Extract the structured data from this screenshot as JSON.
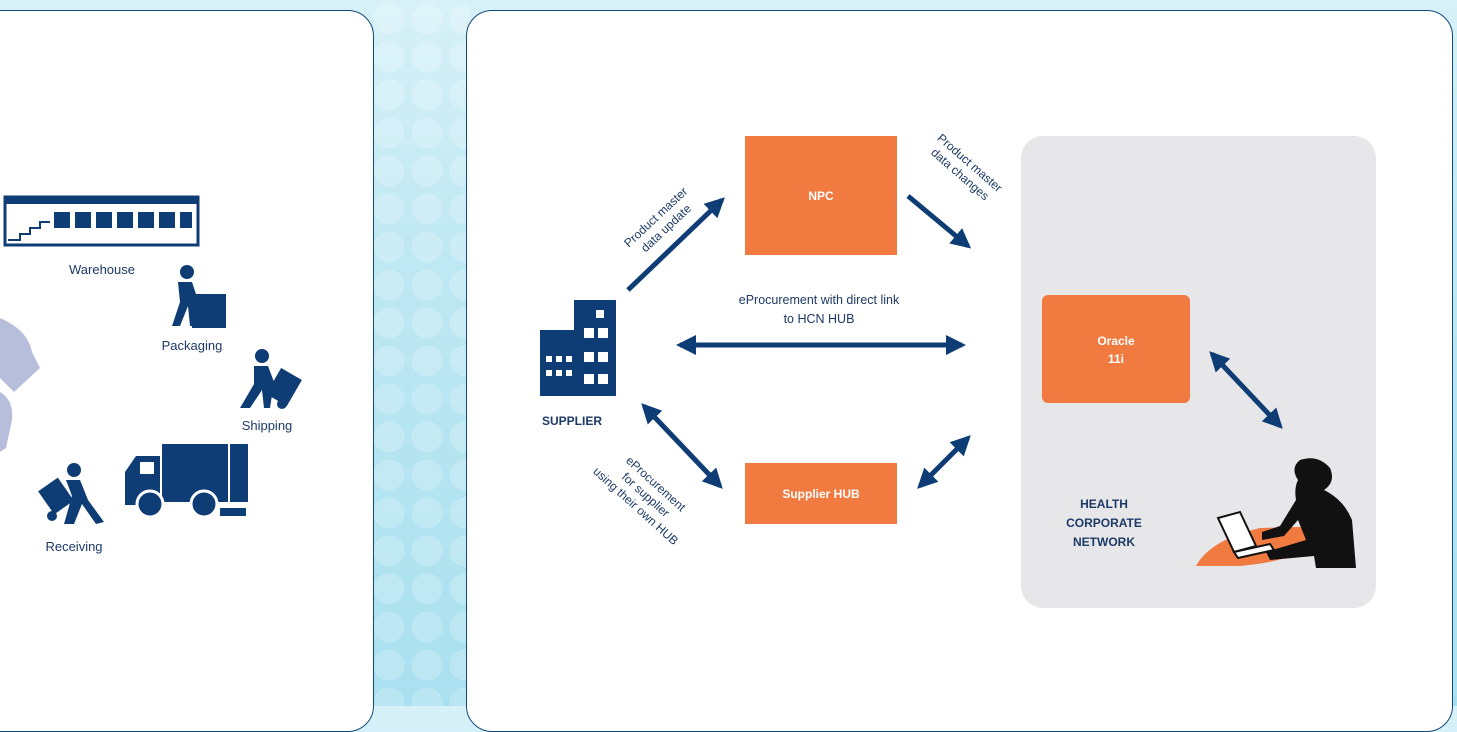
{
  "left_panel": {
    "warehouse": "Warehouse",
    "packaging": "Packaging",
    "shipping": "Shipping",
    "receiving": "Receiving"
  },
  "diagram": {
    "npc": "NPC",
    "supplier_hub": "Supplier HUB",
    "oracle_line1": "Oracle",
    "oracle_line2": "11i",
    "supplier": "SUPPLIER",
    "health_line1": "HEALTH",
    "health_line2": "CORPORATE",
    "health_line3": "NETWORK",
    "pm_update_line1": "Product master",
    "pm_update_line2": "data update",
    "pm_changes_line1": "Product master",
    "pm_changes_line2": "data changes",
    "eproc_direct_line1": "eProcurement with direct link",
    "eproc_direct_line2": "to HCN HUB",
    "eproc_own_line1": "eProcurement",
    "eproc_own_line2": "for supplier",
    "eproc_own_line3": "using their own HUB"
  },
  "colors": {
    "navy": "#0d3d74",
    "orange": "#f07a3f",
    "network_bg": "#e7e7ea",
    "cycle": "#b7bedb"
  }
}
